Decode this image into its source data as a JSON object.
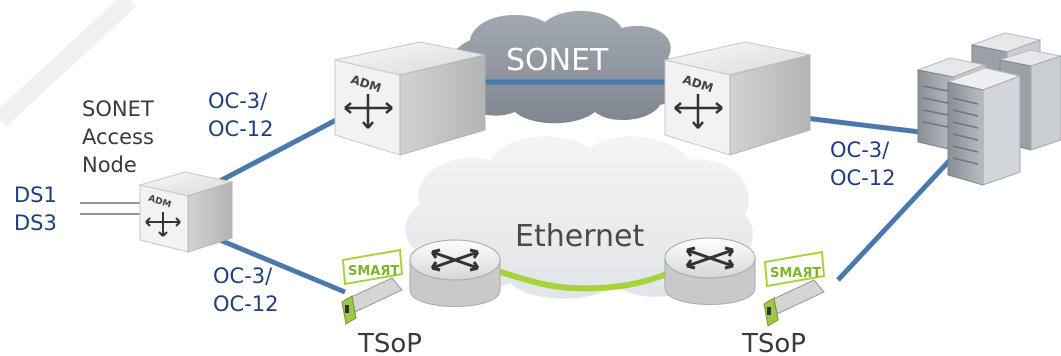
{
  "diagram": {
    "labels": {
      "sonet_cloud": "SONET",
      "ethernet_cloud": "Ethernet",
      "access_node_line1": "SONET",
      "access_node_line2": "Access",
      "access_node_line3": "Node",
      "ds1": "DS1",
      "ds3": "DS3",
      "oc_left_top_1": "OC-3/",
      "oc_left_top_2": "OC-12",
      "oc_right_1": "OC-3/",
      "oc_right_2": "OC-12",
      "oc_left_bottom_1": "OC-3/",
      "oc_left_bottom_2": "OC-12",
      "tsop_left": "TSoP",
      "tsop_right": "TSoP",
      "adm": "ADM",
      "smart_left": "SMAЯT",
      "smart_right": "SMAЯT"
    },
    "colors": {
      "link_blue": "#4a78ad",
      "ethernet_green": "#a6d23a",
      "label_blue": "#1f3f7a",
      "sonet_cloud": "#8f96a0",
      "ethernet_cloud": "#eceef0"
    }
  }
}
